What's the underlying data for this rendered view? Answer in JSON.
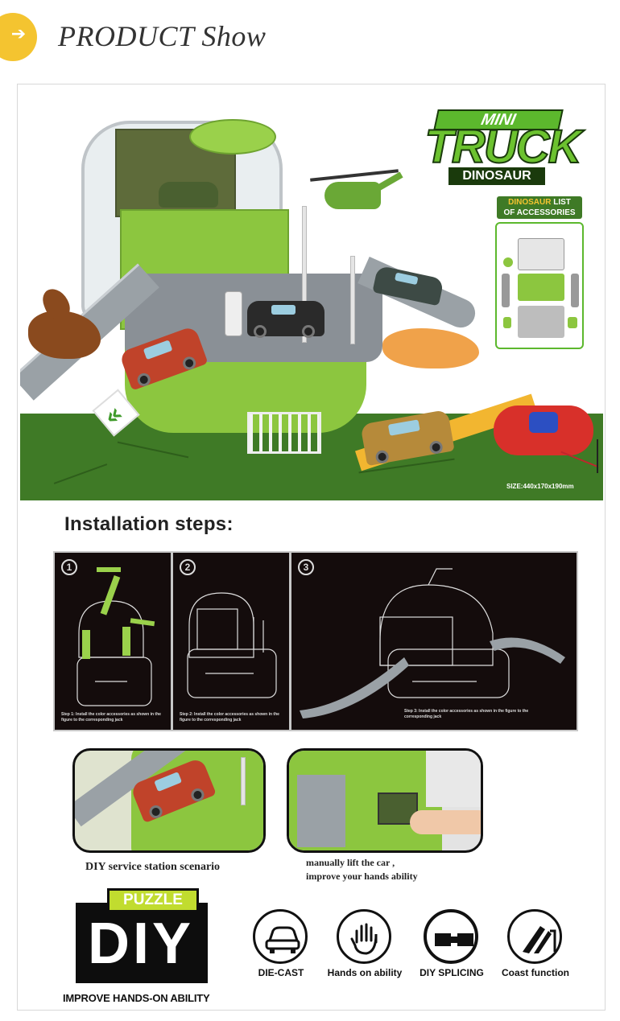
{
  "header": {
    "title": "PRODUCT Show",
    "arrow_icon": "arrow-right-icon",
    "badge_color": "#f4c430"
  },
  "logo": {
    "mini": "MINI",
    "truck": "TRUCK",
    "dinosaur": "DINOSAUR"
  },
  "accessories": {
    "title_highlight": "DINOSAUR",
    "title_rest": "LIST",
    "title_line2": "OF ACCESSORIES"
  },
  "hero": {
    "size_label": "SIZE:440x170x190mm",
    "grass_color": "#3f7a26",
    "toy_green": "#8cc63f"
  },
  "install": {
    "title": "Installation steps:",
    "steps": [
      {
        "num": "1",
        "caption": "Step 1: Install the color accessories as shown in the figure to the corresponding jack"
      },
      {
        "num": "2",
        "caption": "Step 2: Install the color accessories as shown in the figure to the corresponding jack"
      },
      {
        "num": "3",
        "caption": "Step 3: Install the color accessories as shown in the figure to the corresponding jack"
      }
    ]
  },
  "scenes": {
    "scene1_caption": "DIY service station scenario",
    "scene2_line1": "manually lift the car ,",
    "scene2_line2": "improve your hands ability"
  },
  "diy": {
    "puzzle": "PUZZLE",
    "diy": "DIY",
    "improve": "IMPROVE HANDS-ON ABILITY",
    "accent": "#c1dc2f"
  },
  "features": [
    {
      "label": "DIE-CAST",
      "icon": "car-icon"
    },
    {
      "label": "Hands on ability",
      "icon": "hand-icon"
    },
    {
      "label": "DIY SPLICING",
      "icon": "track-splice-icon"
    },
    {
      "label": "Coast function",
      "icon": "coast-ramp-icon"
    }
  ]
}
